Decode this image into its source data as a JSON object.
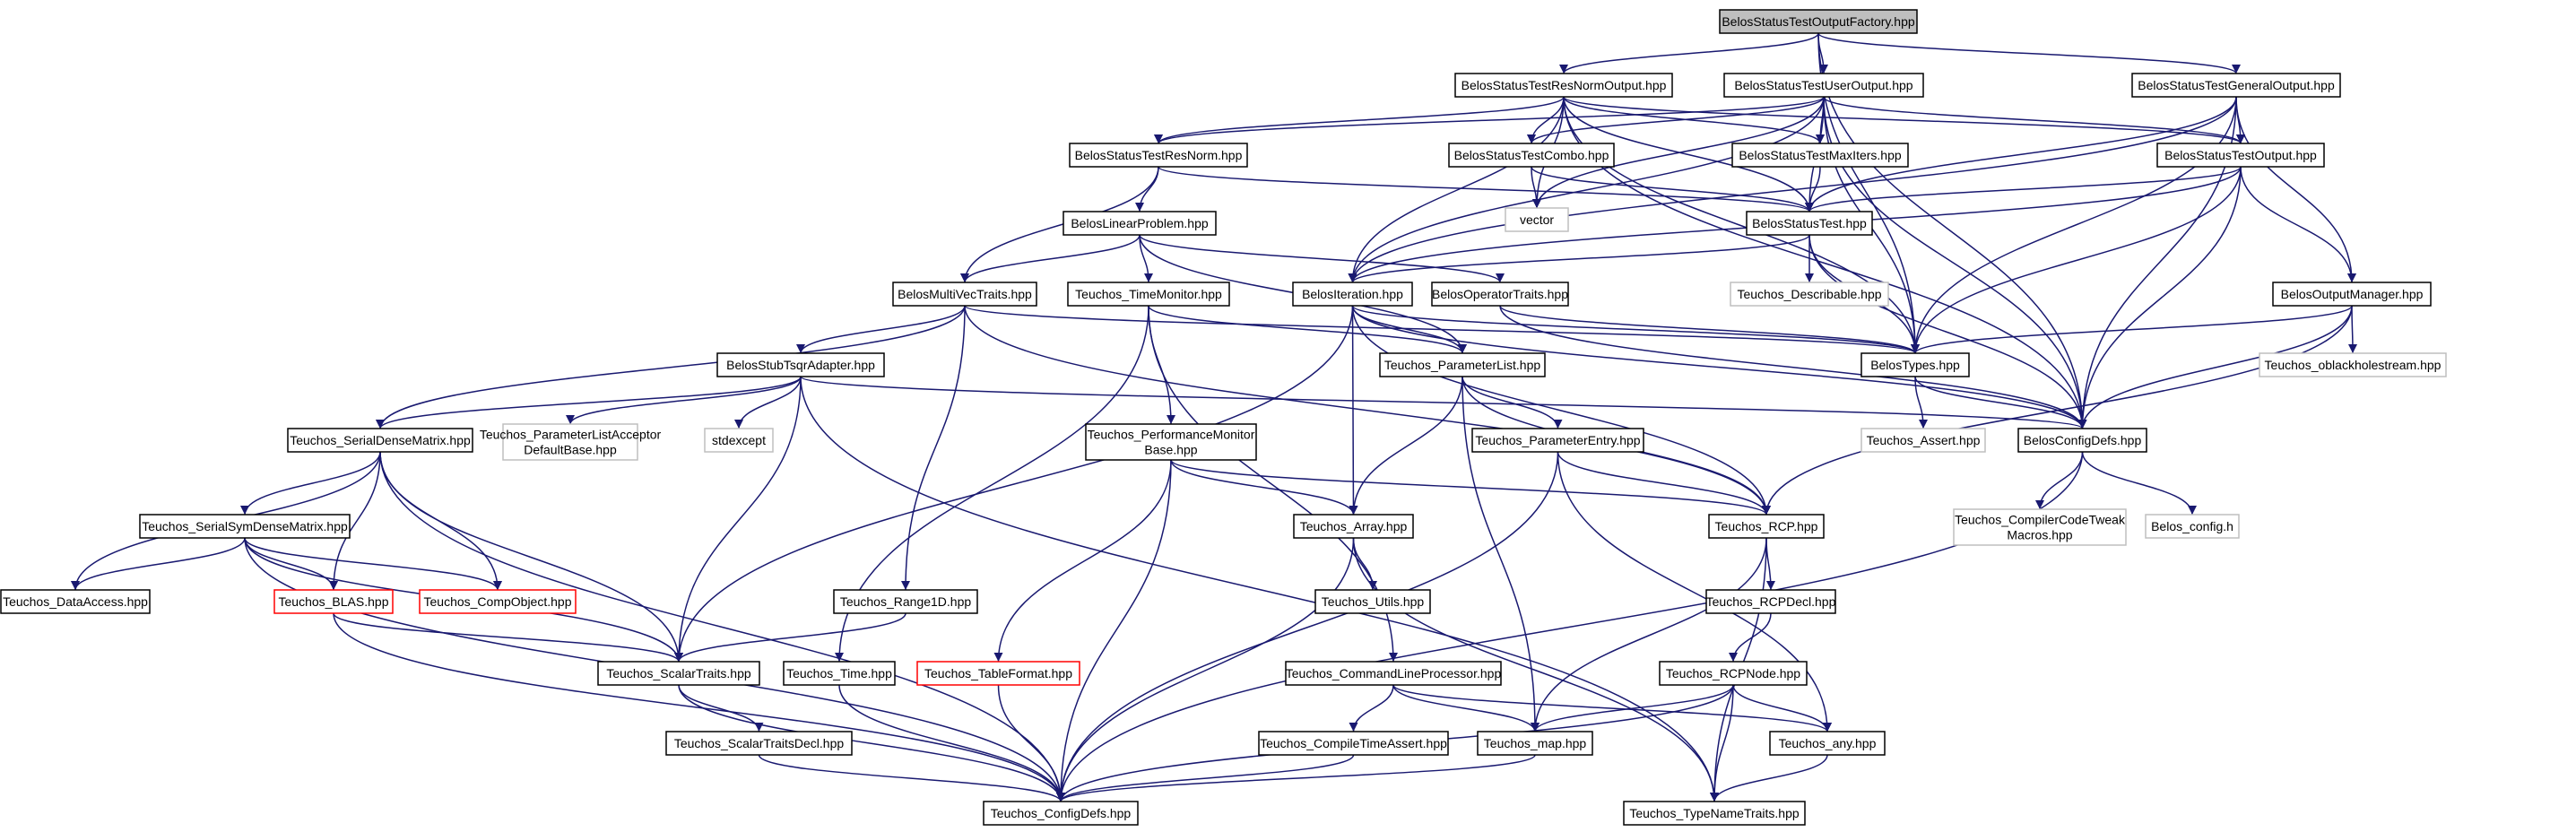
{
  "colors": {
    "edge": "#191970",
    "arrowhead": "#191970",
    "root_fill": "#bfbfbf",
    "root_stroke": "#000000",
    "node_fill": "#ffffff",
    "node_stroke": "#000000",
    "external_stroke": "#bfbfbf",
    "truncated_stroke": "#ff0000"
  },
  "nodes": [
    {
      "id": "factory",
      "lines": [
        "BelosStatusTestOutputFactory.hpp"
      ],
      "kind": "root"
    },
    {
      "id": "resnormout",
      "lines": [
        "BelosStatusTestResNormOutput.hpp"
      ],
      "kind": "normal"
    },
    {
      "id": "userout",
      "lines": [
        "BelosStatusTestUserOutput.hpp"
      ],
      "kind": "normal"
    },
    {
      "id": "generalout",
      "lines": [
        "BelosStatusTestGeneralOutput.hpp"
      ],
      "kind": "normal"
    },
    {
      "id": "resnorm",
      "lines": [
        "BelosStatusTestResNorm.hpp"
      ],
      "kind": "normal"
    },
    {
      "id": "combo",
      "lines": [
        "BelosStatusTestCombo.hpp"
      ],
      "kind": "normal"
    },
    {
      "id": "maxiters",
      "lines": [
        "BelosStatusTestMaxIters.hpp"
      ],
      "kind": "normal"
    },
    {
      "id": "testoutput",
      "lines": [
        "BelosStatusTestOutput.hpp"
      ],
      "kind": "normal"
    },
    {
      "id": "vector",
      "lines": [
        "vector"
      ],
      "kind": "external"
    },
    {
      "id": "linprob",
      "lines": [
        "BelosLinearProblem.hpp"
      ],
      "kind": "normal"
    },
    {
      "id": "statustest",
      "lines": [
        "BelosStatusTest.hpp"
      ],
      "kind": "normal"
    },
    {
      "id": "multivec",
      "lines": [
        "BelosMultiVecTraits.hpp"
      ],
      "kind": "normal"
    },
    {
      "id": "timemon",
      "lines": [
        "Teuchos_TimeMonitor.hpp"
      ],
      "kind": "normal"
    },
    {
      "id": "iteration",
      "lines": [
        "BelosIteration.hpp"
      ],
      "kind": "normal"
    },
    {
      "id": "optraits",
      "lines": [
        "BelosOperatorTraits.hpp"
      ],
      "kind": "normal"
    },
    {
      "id": "describable",
      "lines": [
        "Teuchos_Describable.hpp"
      ],
      "kind": "external"
    },
    {
      "id": "outmgr",
      "lines": [
        "BelosOutputManager.hpp"
      ],
      "kind": "normal"
    },
    {
      "id": "stubtsqr",
      "lines": [
        "BelosStubTsqrAdapter.hpp"
      ],
      "kind": "normal"
    },
    {
      "id": "paramlist",
      "lines": [
        "Teuchos_ParameterList.hpp"
      ],
      "kind": "normal"
    },
    {
      "id": "belostypes",
      "lines": [
        "BelosTypes.hpp"
      ],
      "kind": "normal"
    },
    {
      "id": "oblack",
      "lines": [
        "Teuchos_oblackholestream.hpp"
      ],
      "kind": "external"
    },
    {
      "id": "serialdense",
      "lines": [
        "Teuchos_SerialDenseMatrix.hpp"
      ],
      "kind": "normal"
    },
    {
      "id": "placcept",
      "lines": [
        "Teuchos_ParameterListAcceptor",
        "DefaultBase.hpp"
      ],
      "kind": "external"
    },
    {
      "id": "stdexcept",
      "lines": [
        "stdexcept"
      ],
      "kind": "external"
    },
    {
      "id": "perfmon",
      "lines": [
        "Teuchos_PerformanceMonitor",
        "Base.hpp"
      ],
      "kind": "normal"
    },
    {
      "id": "paramentry",
      "lines": [
        "Teuchos_ParameterEntry.hpp"
      ],
      "kind": "normal"
    },
    {
      "id": "assert",
      "lines": [
        "Teuchos_Assert.hpp"
      ],
      "kind": "external"
    },
    {
      "id": "belosconfig",
      "lines": [
        "BelosConfigDefs.hpp"
      ],
      "kind": "normal"
    },
    {
      "id": "serialsym",
      "lines": [
        "Teuchos_SerialSymDenseMatrix.hpp"
      ],
      "kind": "normal"
    },
    {
      "id": "array",
      "lines": [
        "Teuchos_Array.hpp"
      ],
      "kind": "normal"
    },
    {
      "id": "rcp",
      "lines": [
        "Teuchos_RCP.hpp"
      ],
      "kind": "normal"
    },
    {
      "id": "compilertweak",
      "lines": [
        "Teuchos_CompilerCodeTweak",
        "Macros.hpp"
      ],
      "kind": "external"
    },
    {
      "id": "belos_config",
      "lines": [
        "Belos_config.h"
      ],
      "kind": "external"
    },
    {
      "id": "dataaccess",
      "lines": [
        "Teuchos_DataAccess.hpp"
      ],
      "kind": "normal"
    },
    {
      "id": "blas",
      "lines": [
        "Teuchos_BLAS.hpp"
      ],
      "kind": "truncated"
    },
    {
      "id": "compobject",
      "lines": [
        "Teuchos_CompObject.hpp"
      ],
      "kind": "truncated"
    },
    {
      "id": "range1d",
      "lines": [
        "Teuchos_Range1D.hpp"
      ],
      "kind": "normal"
    },
    {
      "id": "utils",
      "lines": [
        "Teuchos_Utils.hpp"
      ],
      "kind": "normal"
    },
    {
      "id": "rcpdecl",
      "lines": [
        "Teuchos_RCPDecl.hpp"
      ],
      "kind": "normal"
    },
    {
      "id": "scalartraits",
      "lines": [
        "Teuchos_ScalarTraits.hpp"
      ],
      "kind": "normal"
    },
    {
      "id": "time",
      "lines": [
        "Teuchos_Time.hpp"
      ],
      "kind": "normal"
    },
    {
      "id": "tableformat",
      "lines": [
        "Teuchos_TableFormat.hpp"
      ],
      "kind": "truncated"
    },
    {
      "id": "cmdline",
      "lines": [
        "Teuchos_CommandLineProcessor.hpp"
      ],
      "kind": "normal"
    },
    {
      "id": "rcpnode",
      "lines": [
        "Teuchos_RCPNode.hpp"
      ],
      "kind": "normal"
    },
    {
      "id": "scalartraitsdecl",
      "lines": [
        "Teuchos_ScalarTraitsDecl.hpp"
      ],
      "kind": "normal"
    },
    {
      "id": "compiletime",
      "lines": [
        "Teuchos_CompileTimeAssert.hpp"
      ],
      "kind": "normal"
    },
    {
      "id": "map",
      "lines": [
        "Teuchos_map.hpp"
      ],
      "kind": "normal"
    },
    {
      "id": "any",
      "lines": [
        "Teuchos_any.hpp"
      ],
      "kind": "normal"
    },
    {
      "id": "teuchosconfig",
      "lines": [
        "Teuchos_ConfigDefs.hpp"
      ],
      "kind": "normal"
    },
    {
      "id": "typename",
      "lines": [
        "Teuchos_TypeNameTraits.hpp"
      ],
      "kind": "normal"
    }
  ],
  "edges": [
    [
      "factory",
      "resnormout"
    ],
    [
      "factory",
      "userout"
    ],
    [
      "factory",
      "generalout"
    ],
    [
      "factory",
      "belostypes"
    ],
    [
      "factory",
      "belosconfig"
    ],
    [
      "resnormout",
      "resnorm"
    ],
    [
      "resnormout",
      "combo"
    ],
    [
      "resnormout",
      "maxiters"
    ],
    [
      "resnormout",
      "testoutput"
    ],
    [
      "resnormout",
      "statustest"
    ],
    [
      "resnormout",
      "iteration"
    ],
    [
      "resnormout",
      "vector"
    ],
    [
      "resnormout",
      "belostypes"
    ],
    [
      "resnormout",
      "belosconfig"
    ],
    [
      "userout",
      "resnorm"
    ],
    [
      "userout",
      "combo"
    ],
    [
      "userout",
      "maxiters"
    ],
    [
      "userout",
      "testoutput"
    ],
    [
      "userout",
      "statustest"
    ],
    [
      "userout",
      "iteration"
    ],
    [
      "userout",
      "vector"
    ],
    [
      "userout",
      "belostypes"
    ],
    [
      "userout",
      "belosconfig"
    ],
    [
      "generalout",
      "testoutput"
    ],
    [
      "generalout",
      "statustest"
    ],
    [
      "generalout",
      "iteration"
    ],
    [
      "generalout",
      "outmgr"
    ],
    [
      "generalout",
      "belostypes"
    ],
    [
      "generalout",
      "belosconfig"
    ],
    [
      "resnorm",
      "linprob"
    ],
    [
      "resnorm",
      "multivec"
    ],
    [
      "resnorm",
      "statustest"
    ],
    [
      "combo",
      "statustest"
    ],
    [
      "combo",
      "vector"
    ],
    [
      "maxiters",
      "statustest"
    ],
    [
      "testoutput",
      "statustest"
    ],
    [
      "testoutput",
      "iteration"
    ],
    [
      "testoutput",
      "outmgr"
    ],
    [
      "testoutput",
      "belostypes"
    ],
    [
      "testoutput",
      "belosconfig"
    ],
    [
      "linprob",
      "multivec"
    ],
    [
      "linprob",
      "timemon"
    ],
    [
      "linprob",
      "optraits"
    ],
    [
      "linprob",
      "paramlist"
    ],
    [
      "statustest",
      "iteration"
    ],
    [
      "statustest",
      "describable"
    ],
    [
      "statustest",
      "belostypes"
    ],
    [
      "statustest",
      "belosconfig"
    ],
    [
      "multivec",
      "serialdense"
    ],
    [
      "multivec",
      "stubtsqr"
    ],
    [
      "multivec",
      "range1d"
    ],
    [
      "multivec",
      "belostypes"
    ],
    [
      "multivec",
      "rcp"
    ],
    [
      "timemon",
      "paramlist"
    ],
    [
      "timemon",
      "perfmon"
    ],
    [
      "timemon",
      "time"
    ],
    [
      "timemon",
      "cmdline"
    ],
    [
      "iteration",
      "paramlist"
    ],
    [
      "iteration",
      "array"
    ],
    [
      "iteration",
      "belostypes"
    ],
    [
      "iteration",
      "belosconfig"
    ],
    [
      "iteration",
      "rcp"
    ],
    [
      "iteration",
      "scalartraits"
    ],
    [
      "optraits",
      "belostypes"
    ],
    [
      "optraits",
      "belosconfig"
    ],
    [
      "outmgr",
      "oblack"
    ],
    [
      "outmgr",
      "belostypes"
    ],
    [
      "outmgr",
      "belosconfig"
    ],
    [
      "outmgr",
      "rcp"
    ],
    [
      "stubtsqr",
      "serialdense"
    ],
    [
      "stubtsqr",
      "placcept"
    ],
    [
      "stubtsqr",
      "stdexcept"
    ],
    [
      "stubtsqr",
      "scalartraits"
    ],
    [
      "stubtsqr",
      "belosconfig"
    ],
    [
      "stubtsqr",
      "typename"
    ],
    [
      "paramlist",
      "paramentry"
    ],
    [
      "paramlist",
      "array"
    ],
    [
      "paramlist",
      "rcp"
    ],
    [
      "paramlist",
      "map"
    ],
    [
      "belostypes",
      "assert"
    ],
    [
      "belostypes",
      "belosconfig"
    ],
    [
      "serialdense",
      "serialsym"
    ],
    [
      "serialdense",
      "dataaccess"
    ],
    [
      "serialdense",
      "blas"
    ],
    [
      "serialdense",
      "compobject"
    ],
    [
      "serialdense",
      "scalartraits"
    ],
    [
      "serialdense",
      "teuchosconfig"
    ],
    [
      "perfmon",
      "array"
    ],
    [
      "perfmon",
      "rcp"
    ],
    [
      "perfmon",
      "tableformat"
    ],
    [
      "perfmon",
      "teuchosconfig"
    ],
    [
      "paramentry",
      "rcp"
    ],
    [
      "paramentry",
      "any"
    ],
    [
      "paramentry",
      "teuchosconfig"
    ],
    [
      "belosconfig",
      "compilertweak"
    ],
    [
      "belosconfig",
      "belos_config"
    ],
    [
      "belosconfig",
      "teuchosconfig"
    ],
    [
      "serialsym",
      "dataaccess"
    ],
    [
      "serialsym",
      "blas"
    ],
    [
      "serialsym",
      "compobject"
    ],
    [
      "serialsym",
      "scalartraits"
    ],
    [
      "serialsym",
      "teuchosconfig"
    ],
    [
      "array",
      "utils"
    ],
    [
      "array",
      "teuchosconfig"
    ],
    [
      "array",
      "typename"
    ],
    [
      "rcp",
      "rcpdecl"
    ],
    [
      "rcp",
      "map"
    ],
    [
      "rcp",
      "typename"
    ],
    [
      "blas",
      "scalartraits"
    ],
    [
      "blas",
      "teuchosconfig"
    ],
    [
      "range1d",
      "scalartraits"
    ],
    [
      "rcpdecl",
      "rcpnode"
    ],
    [
      "scalartraits",
      "scalartraitsdecl"
    ],
    [
      "scalartraits",
      "teuchosconfig"
    ],
    [
      "time",
      "teuchosconfig"
    ],
    [
      "tableformat",
      "teuchosconfig"
    ],
    [
      "cmdline",
      "compiletime"
    ],
    [
      "cmdline",
      "map"
    ],
    [
      "cmdline",
      "any"
    ],
    [
      "rcpnode",
      "map"
    ],
    [
      "rcpnode",
      "any"
    ],
    [
      "rcpnode",
      "typename"
    ],
    [
      "rcpnode",
      "teuchosconfig"
    ],
    [
      "scalartraitsdecl",
      "teuchosconfig"
    ],
    [
      "compiletime",
      "teuchosconfig"
    ],
    [
      "map",
      "teuchosconfig"
    ],
    [
      "any",
      "typename"
    ]
  ]
}
